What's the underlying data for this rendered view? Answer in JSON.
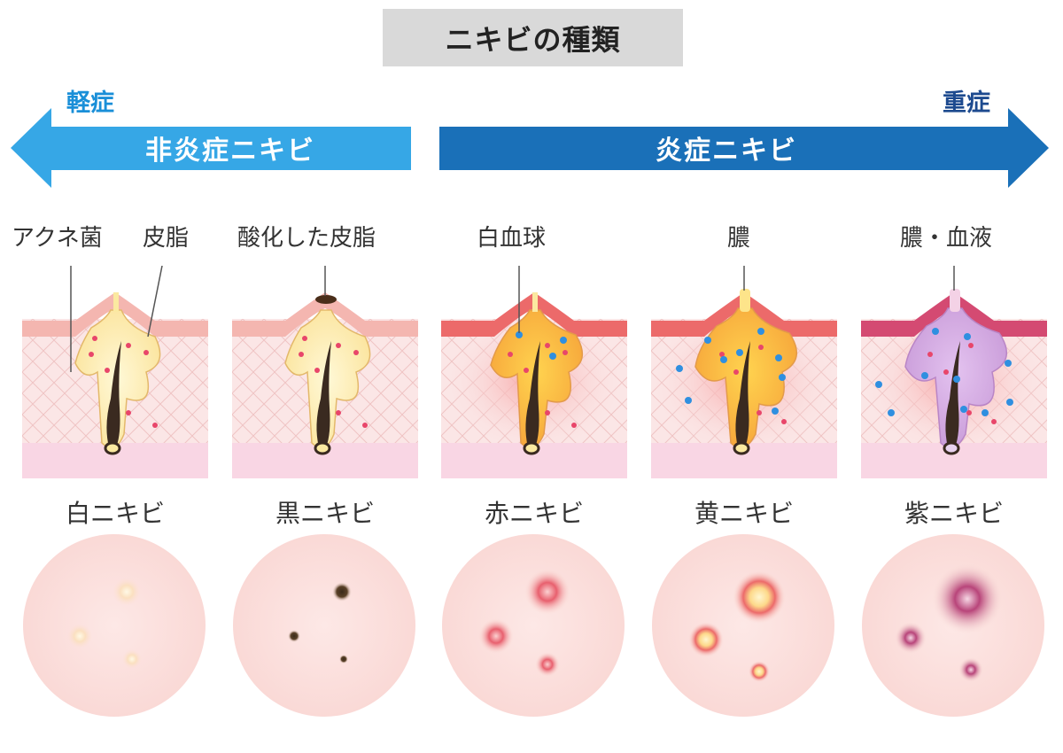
{
  "title": "ニキビの種類",
  "severity": {
    "mild": "軽症",
    "severe": "重症"
  },
  "arrows": {
    "non_inflamed": "非炎症ニキビ",
    "inflamed": "炎症ニキビ"
  },
  "colors": {
    "arrow_light": "#36a7e6",
    "arrow_dark": "#1a70b8",
    "sebum": "#fbe9a0",
    "bacteria": "#e8466a",
    "white_blood_cell": "#2f8fe0",
    "skin": "#fbe6e6"
  },
  "columns": [
    {
      "type": "白ニキビ",
      "annotations": [
        "アクネ菌",
        "皮脂"
      ]
    },
    {
      "type": "黒ニキビ",
      "annotations": [
        "酸化した皮脂"
      ]
    },
    {
      "type": "赤ニキビ",
      "annotations": [
        "白血球"
      ]
    },
    {
      "type": "黄ニキビ",
      "annotations": [
        "膿"
      ]
    },
    {
      "type": "紫ニキビ",
      "annotations": [
        "膿・血液"
      ]
    }
  ]
}
